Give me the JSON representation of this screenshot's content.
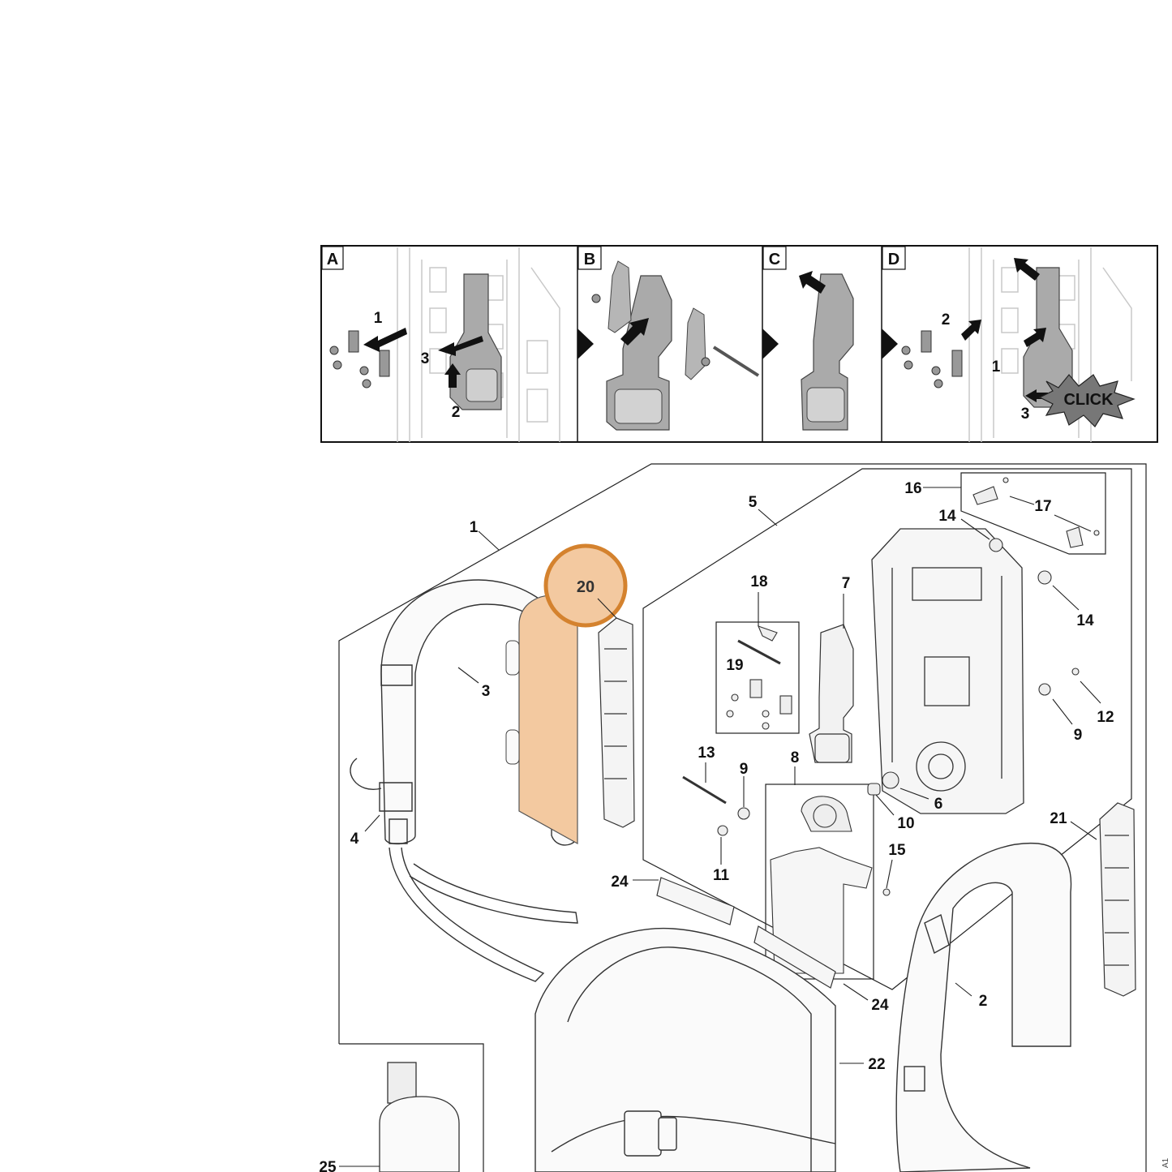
{
  "steps": {
    "panels": [
      "A",
      "B",
      "C",
      "D"
    ],
    "a_nums": [
      "1",
      "3",
      "2"
    ],
    "d_nums": [
      "2",
      "1",
      "3"
    ],
    "click": "CLICK"
  },
  "parts": {
    "p1": "1",
    "p2": "2",
    "p3": "3",
    "p4": "4",
    "p5": "5",
    "p6": "6",
    "p7": "7",
    "p8": "8",
    "p9a": "9",
    "p9b": "9",
    "p10": "10",
    "p11": "11",
    "p12": "12",
    "p13": "13",
    "p14a": "14",
    "p14b": "14",
    "p15": "15",
    "p16": "16",
    "p17": "17",
    "p18": "18",
    "p19": "19",
    "p21": "21",
    "p22": "22",
    "p24a": "24",
    "p24b": "24",
    "p25": "25"
  },
  "highlight": {
    "label": "20",
    "fill": "#f3c9a0",
    "stroke": "#d4822e"
  },
  "corner_code": "A1"
}
